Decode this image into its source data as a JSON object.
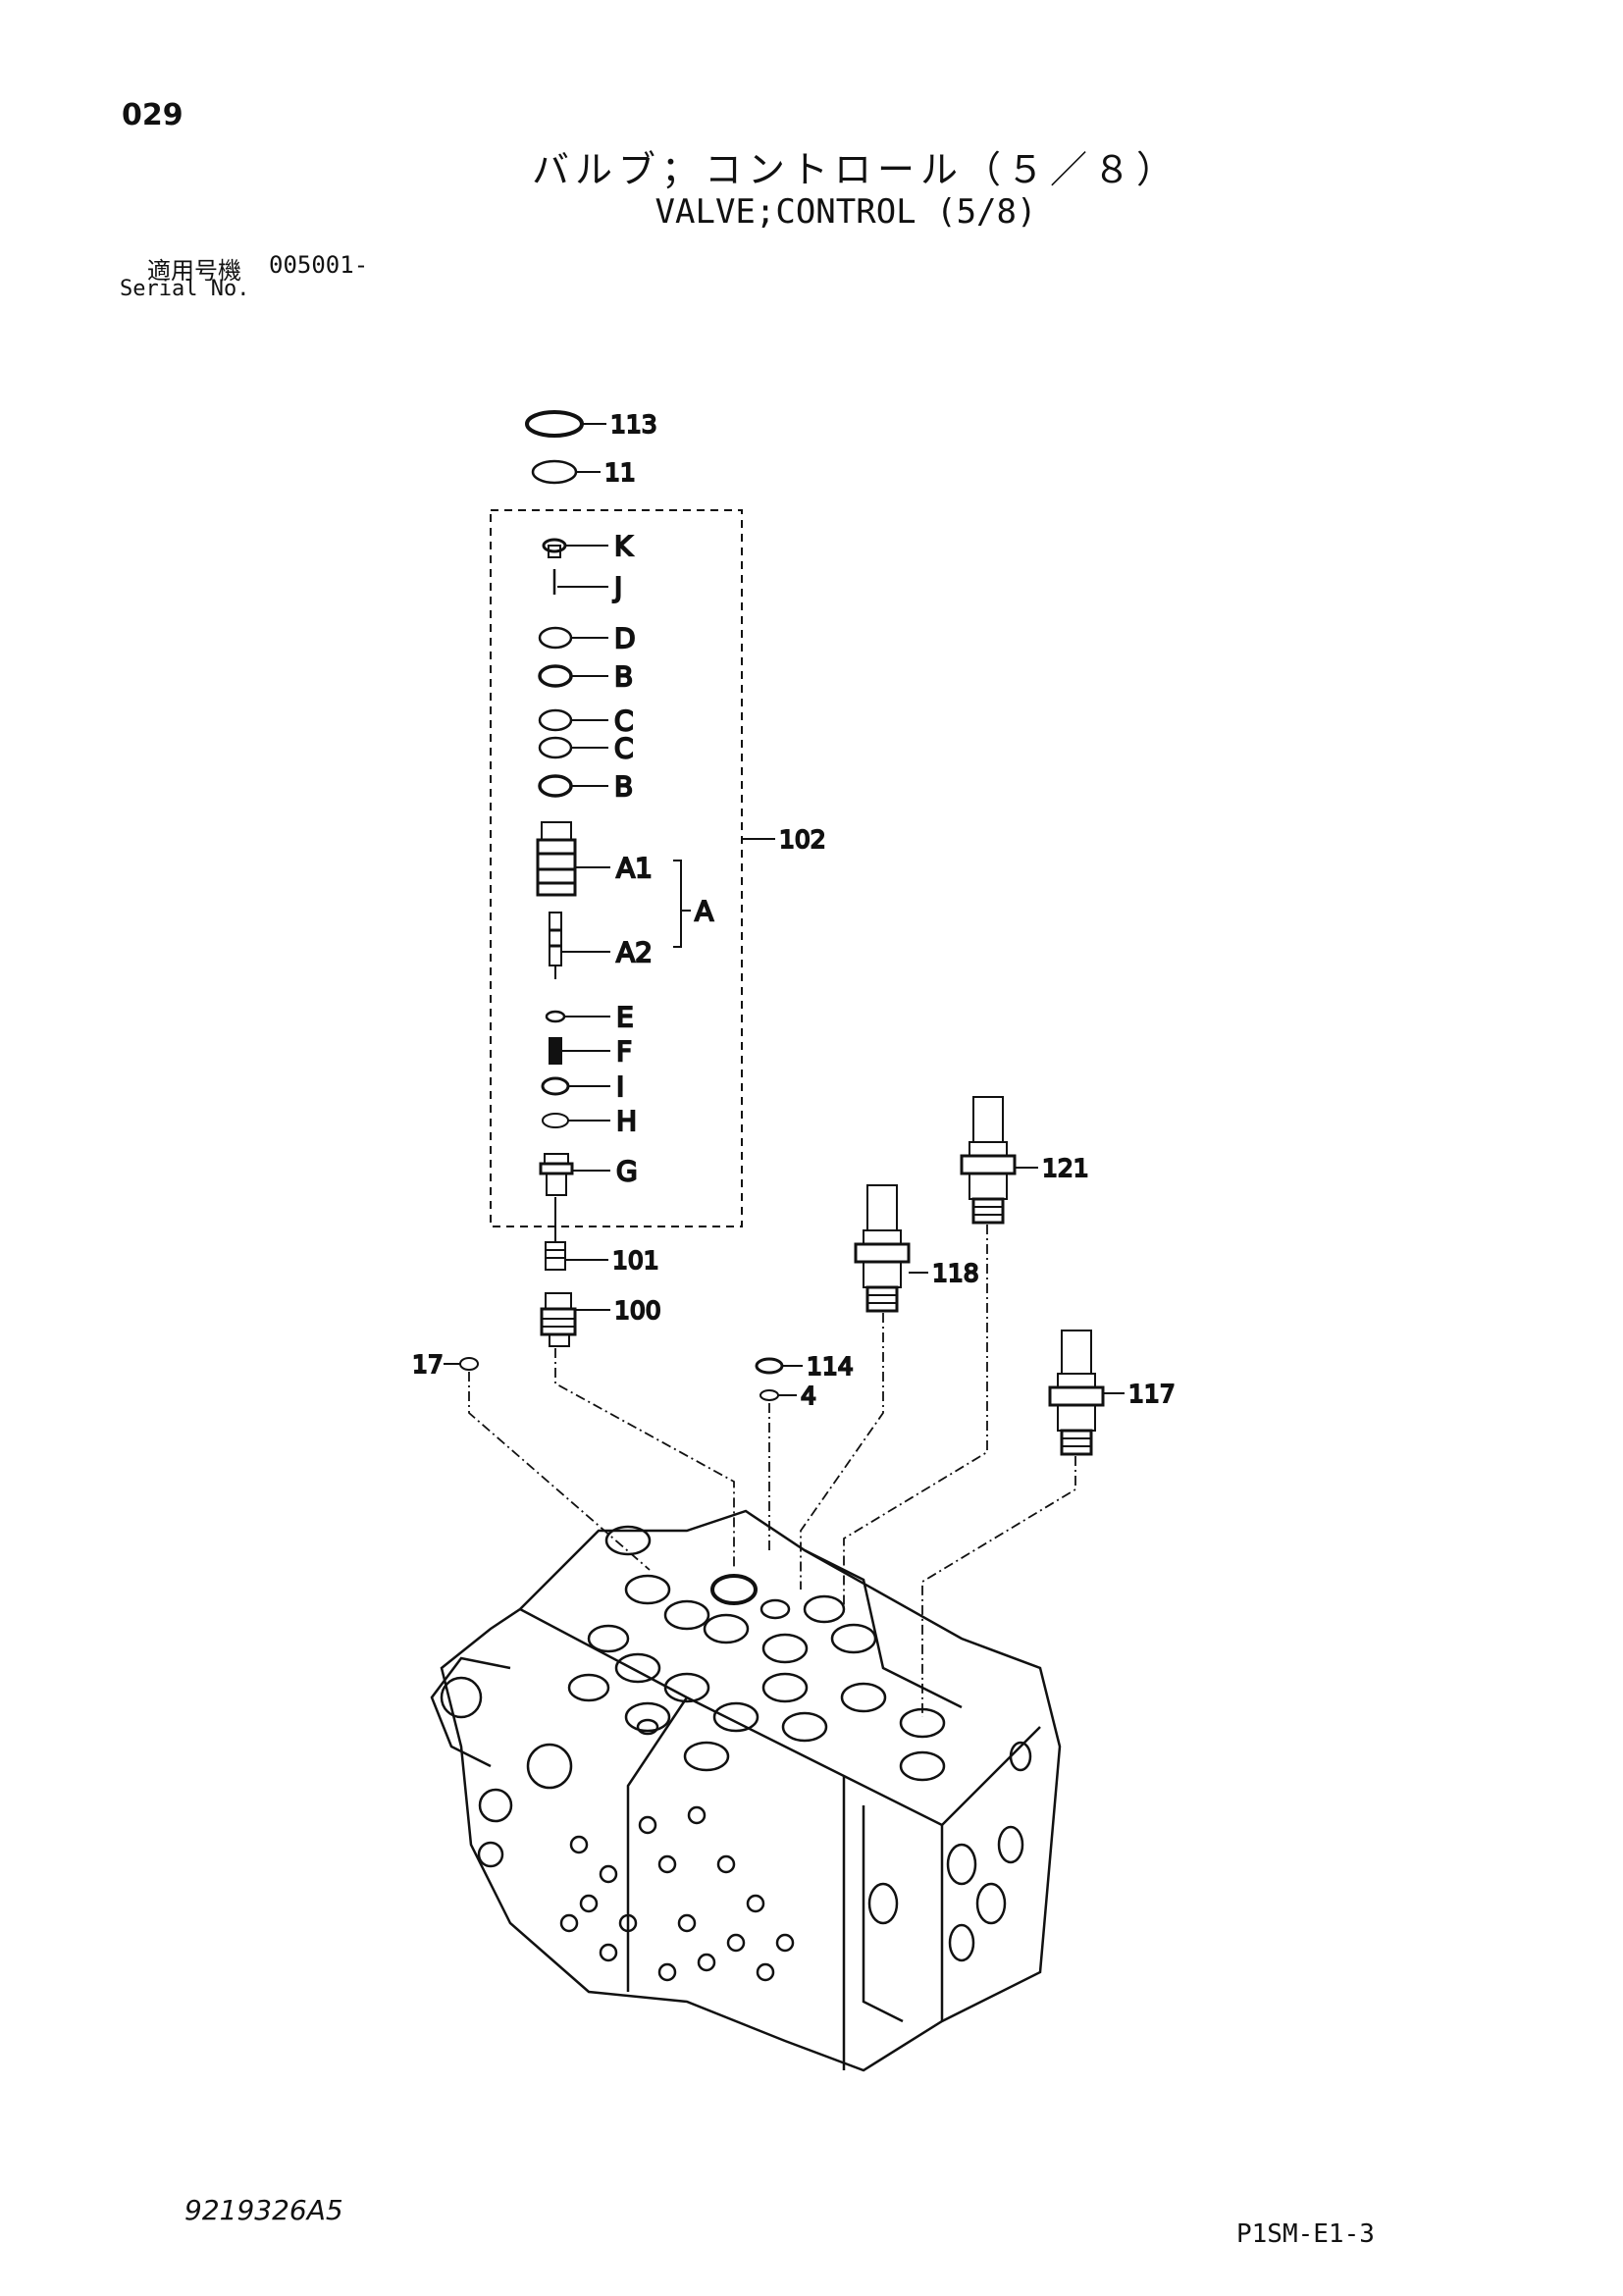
{
  "page_number": "029",
  "title_jp": "バルブ；コントロール（５／８）",
  "title_en": "VALVE;CONTROL (5/8)",
  "serial": {
    "label_jp": "適用号機",
    "value": "005001-",
    "label_en": "Serial No."
  },
  "doc_number": "9219326A5",
  "page_code": "P1SM-E1-3",
  "callouts": {
    "c113": "113",
    "c11": "11",
    "cK": "K",
    "cJ": "J",
    "cD": "D",
    "cB1": "B",
    "cC1": "C",
    "cC2": "C",
    "cB2": "B",
    "cA1": "A1",
    "cA": "A",
    "cA2": "A2",
    "cE": "E",
    "cF": "F",
    "cI": "I",
    "cH": "H",
    "cG": "G",
    "c102": "102",
    "c101": "101",
    "c100": "100",
    "c17": "17",
    "c114": "114",
    "c4": "4",
    "c118": "118",
    "c121": "121",
    "c117": "117"
  }
}
